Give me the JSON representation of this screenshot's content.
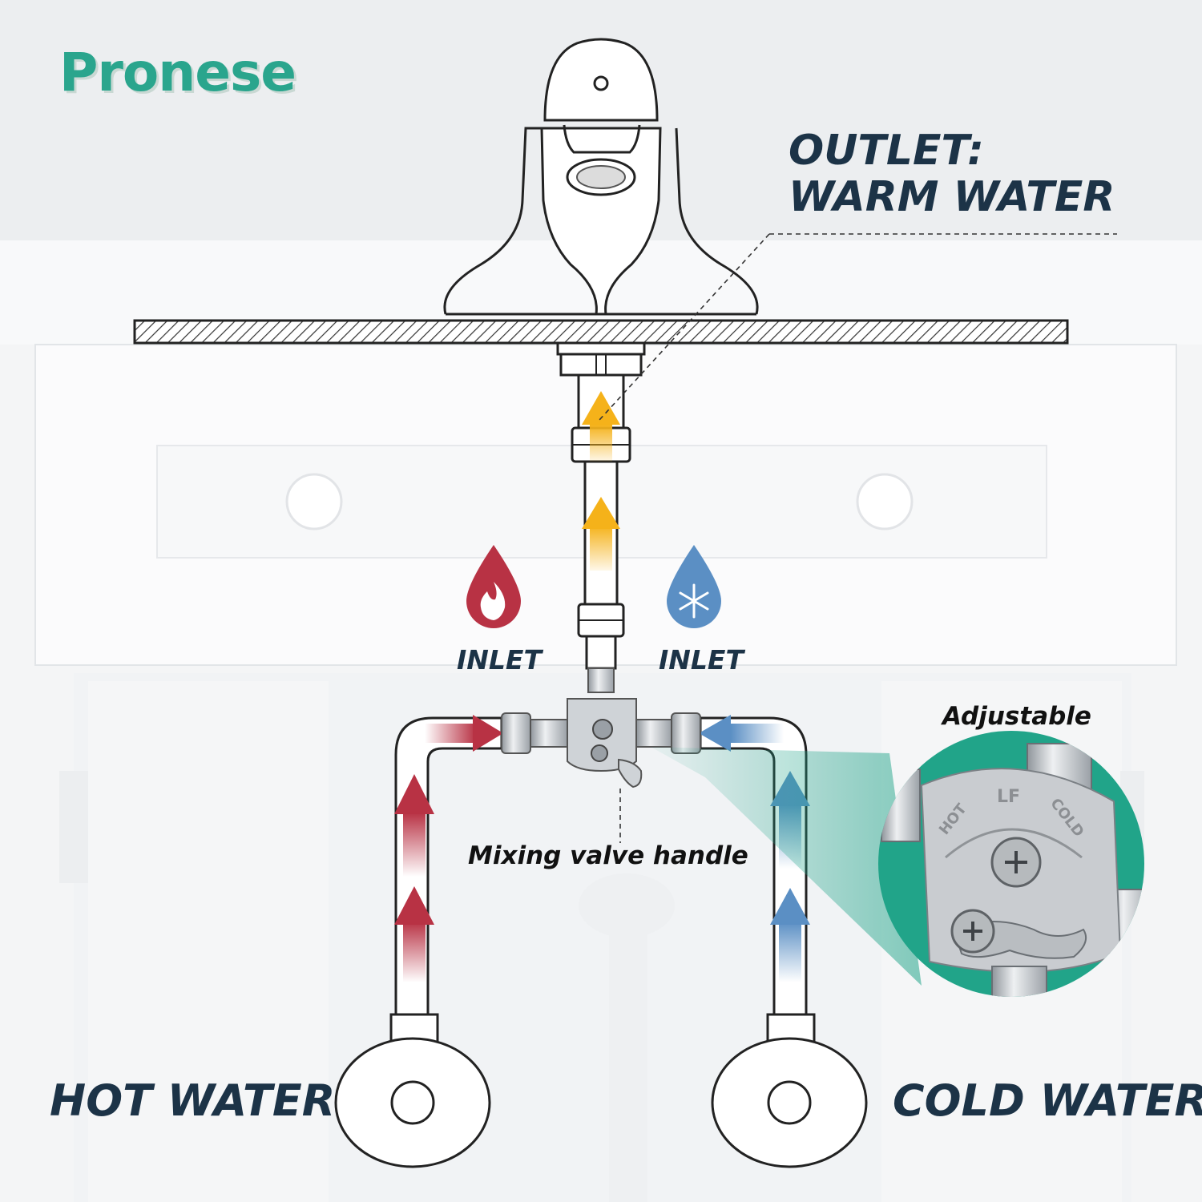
{
  "brand": {
    "name": "Pronese"
  },
  "labels": {
    "outlet_line1": "OUTLET:",
    "outlet_line2": "WARM WATER",
    "inlet_hot": "INLET",
    "inlet_cold": "INLET",
    "adjustable": "Adjustable",
    "mixing_valve_handle": "Mixing valve handle",
    "hot_water": "HOT WATER",
    "cold_water": "COLD WATER"
  },
  "valve_markings": {
    "hot": "HOT",
    "lf": "LF",
    "cold": "COLD"
  },
  "icons": {
    "hot": "flame-drop-icon",
    "cold": "snowflake-drop-icon"
  },
  "colors": {
    "brand": "#2aa58d",
    "label": "#1c3347",
    "hot": "#b83244",
    "cold": "#5b8fc4",
    "warm": "#f5b21a",
    "zoom_bg": "#21a489"
  }
}
